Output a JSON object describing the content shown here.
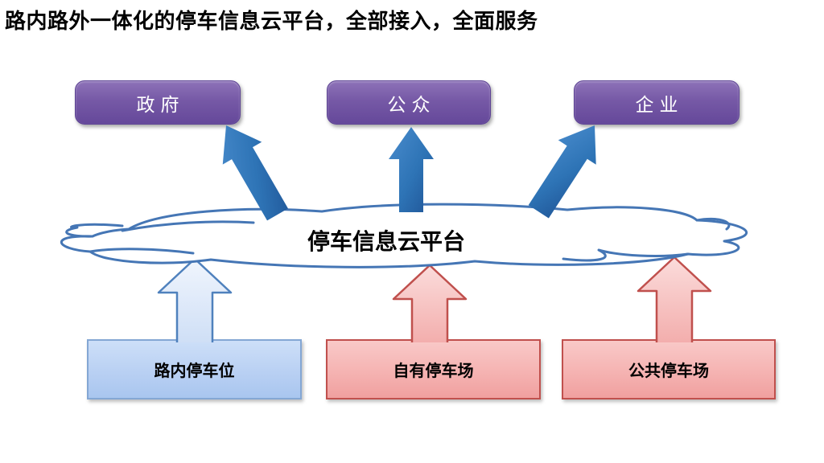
{
  "slide": {
    "title": "路内路外一体化的停车信息云平台，全部接入，全面服务"
  },
  "consumers": [
    {
      "label": "政府"
    },
    {
      "label": "公众"
    },
    {
      "label": "企业"
    }
  ],
  "cloud": {
    "label": "停车信息云平台"
  },
  "sources": [
    {
      "label": "路内停车位",
      "style": "blue"
    },
    {
      "label": "自有停车场",
      "style": "pink"
    },
    {
      "label": "公共停车场",
      "style": "pink"
    }
  ],
  "colors": {
    "consumer_purple": "#745AA4",
    "flow_arrow_blue": "#2E74B6",
    "cloud_outline_blue": "#4576B5",
    "source_blue_fill": "#BDD7F0",
    "source_blue_border": "#84A7D4",
    "source_pink_fill": "#F5ACAB",
    "source_pink_border": "#C0504D"
  }
}
